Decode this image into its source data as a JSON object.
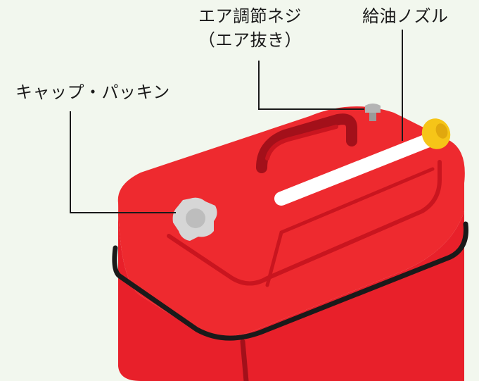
{
  "labels": {
    "air_screw_line1": "エア調節ネジ",
    "air_screw_line2": "（エア抜き）",
    "nozzle": "給油ノズル",
    "cap": "キャップ・パッキン"
  },
  "colors": {
    "background": "#f2f7ee",
    "can_red": "#e8202a",
    "can_shade": "#c9151f",
    "can_dark": "#a3101a",
    "nozzle_white": "#ffffff",
    "nozzle_tip": "#f6c518",
    "cap_gray": "#d6d6d6",
    "belt_black": "#1a1a1a",
    "leader_line": "#1a1a1a"
  }
}
